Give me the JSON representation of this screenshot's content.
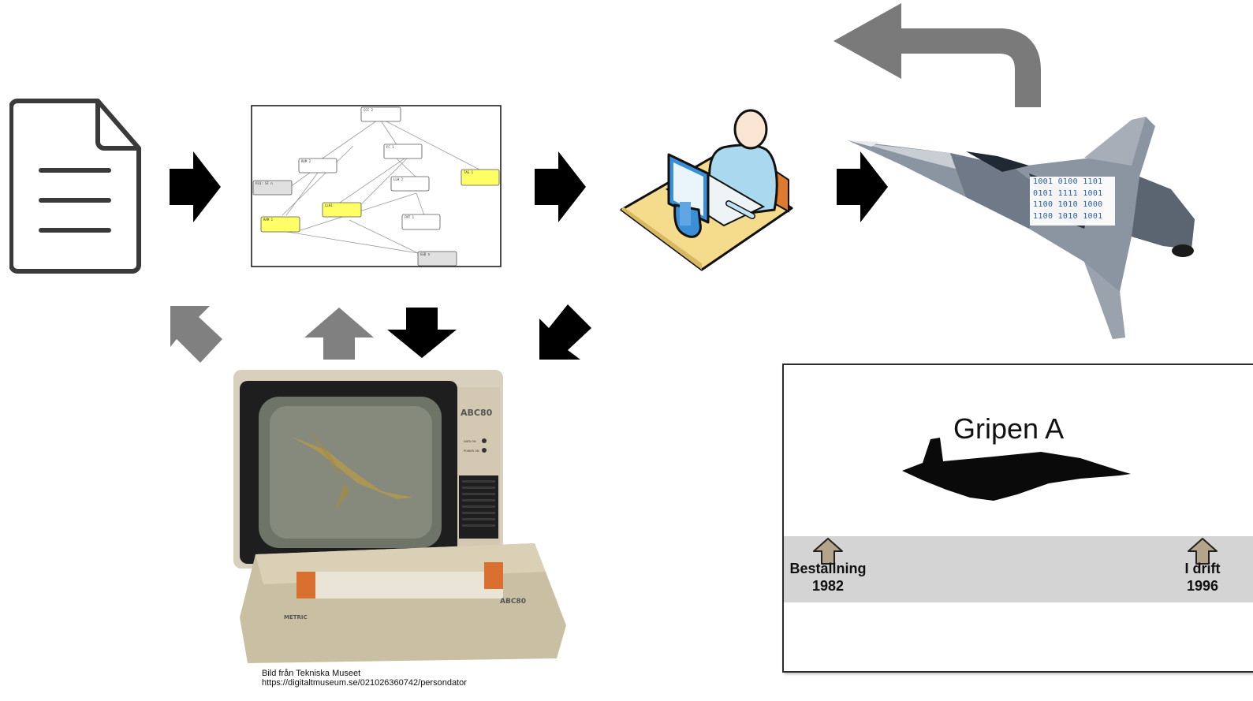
{
  "graph_nodes": [
    {
      "id": "ccc",
      "label": "CCC 2",
      "highlight": "white"
    },
    {
      "id": "ram2",
      "label": "RAM 2",
      "highlight": "white"
    },
    {
      "id": "fc1",
      "label": "FC 1",
      "highlight": "white"
    },
    {
      "id": "tag1",
      "label": "TAG 1",
      "highlight": "yellow"
    },
    {
      "id": "p33",
      "label": "P33: SF n",
      "highlight": "grey"
    },
    {
      "id": "llh2",
      "label": "LLH 2",
      "highlight": "white"
    },
    {
      "id": "ram1",
      "label": "RAM 1",
      "highlight": "yellow"
    },
    {
      "id": "llh1",
      "label": "LLH1",
      "highlight": "yellow"
    },
    {
      "id": "fmt1",
      "label": "FMT 1",
      "highlight": "white"
    },
    {
      "id": "gsd",
      "label": "GSD n",
      "highlight": "grey"
    }
  ],
  "binary_overlay": [
    "1001 0100 1101",
    "0101 1111 1001",
    "1100 1010 1000",
    "1100 1010 1001"
  ],
  "computer": {
    "brand": "ABC80",
    "keyboard_label": "METRIC",
    "panel_labels": [
      "DATA ON",
      "POWER ON"
    ]
  },
  "timeline": {
    "title": "Gripen A",
    "start_label": "Beställning",
    "start_year": "1982",
    "end_label": "I drift",
    "end_year": "1996"
  },
  "credit": {
    "line1": "Bild från Tekniska Museet",
    "line2": "https://digitaltmuseum.se/021026360742/persondator"
  },
  "colors": {
    "black_arrow": "#000000",
    "grey_arrow": "#808080",
    "node_yellow": "#ffff66",
    "node_grey": "#e0e0e0"
  }
}
